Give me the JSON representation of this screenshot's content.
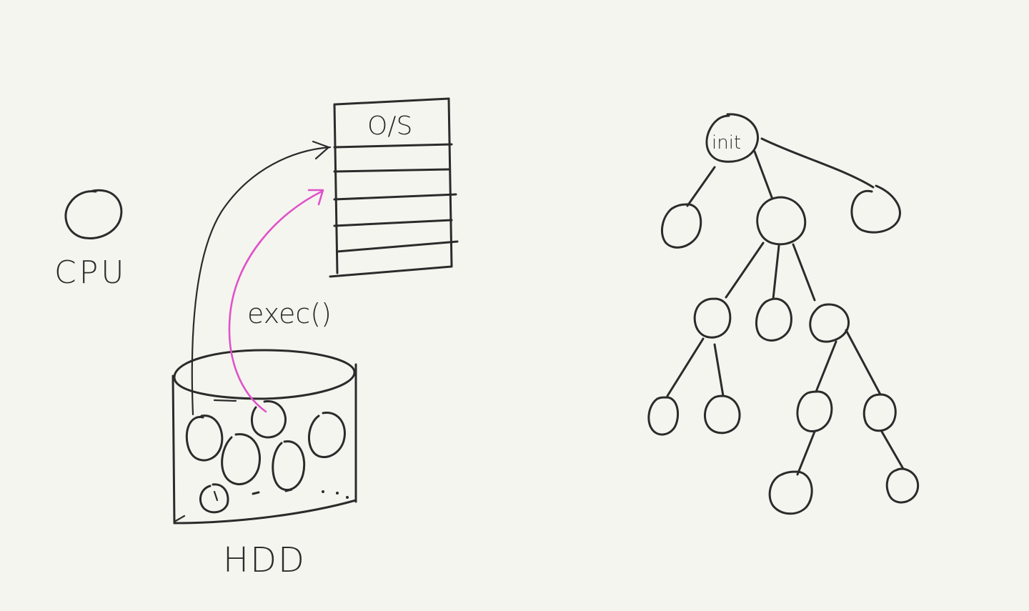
{
  "labels": {
    "cpu": "CPU",
    "os": "O/S",
    "exec": "exec()",
    "hdd": "HDD",
    "init": "init"
  },
  "colors": {
    "background": "#f5f5f0",
    "ink": "#2b2b2b",
    "accent": "#e052c8"
  }
}
